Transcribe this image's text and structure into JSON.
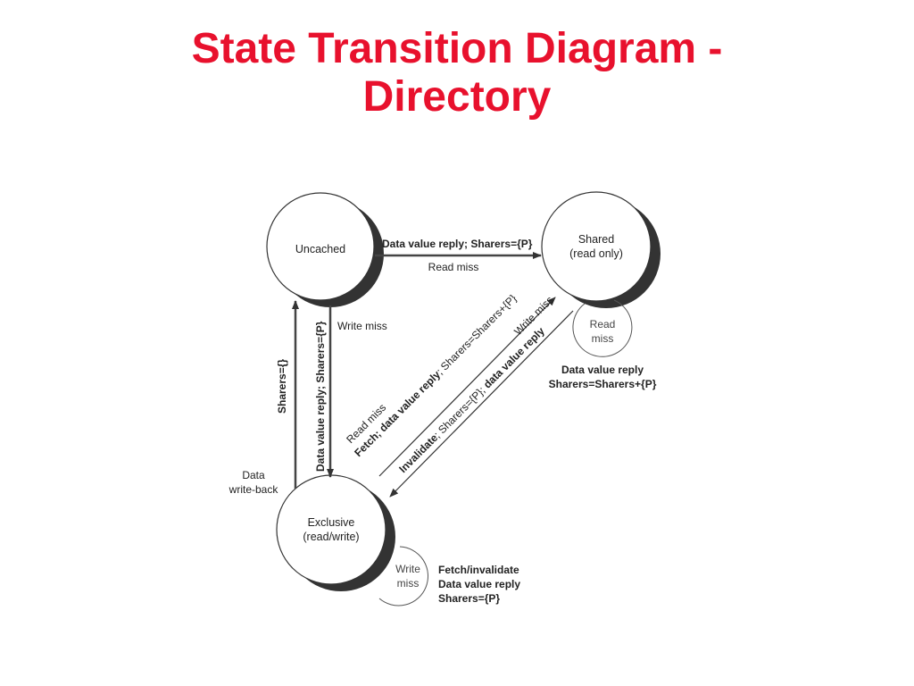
{
  "title": {
    "line1": "State Transition Diagram -",
    "line2": "Directory"
  },
  "states": {
    "uncached": "Uncached",
    "shared_l1": "Shared",
    "shared_l2": "(read only)",
    "exclusive_l1": "Exclusive",
    "exclusive_l2": "(read/write)"
  },
  "transitions": {
    "uncached_to_shared": {
      "action": "Data value reply; Sharers={P}",
      "event": "Read miss"
    },
    "uncached_to_exclusive": {
      "action": "Data value reply; Sharers={P}",
      "event": "Write miss"
    },
    "exclusive_to_uncached": {
      "action": "Sharers={}",
      "event_l1": "Data",
      "event_l2": "write-back"
    },
    "exclusive_to_shared": {
      "event": "Read miss",
      "action_bold": "Fetch; data value reply",
      "action_sep": ";",
      "action_rest": " Sharers=Sharers+{P}"
    },
    "shared_to_exclusive": {
      "event": "Write miss",
      "action_bold1": "Invalidate",
      "action_mid": "; Sharers={P}; ",
      "action_bold2": "data value reply"
    },
    "shared_self": {
      "event_l1": "Read",
      "event_l2": "miss",
      "action_l1": "Data value reply",
      "action_l2": "Sharers=Sharers+{P}"
    },
    "exclusive_self": {
      "event_l1": "Write",
      "event_l2": "miss",
      "action_l1": "Fetch/invalidate",
      "action_l2": "Data value reply",
      "action_l3": "Sharers={P}"
    }
  },
  "colors": {
    "title": "#e8112d",
    "shadow": "#333333",
    "stroke": "#333333"
  }
}
